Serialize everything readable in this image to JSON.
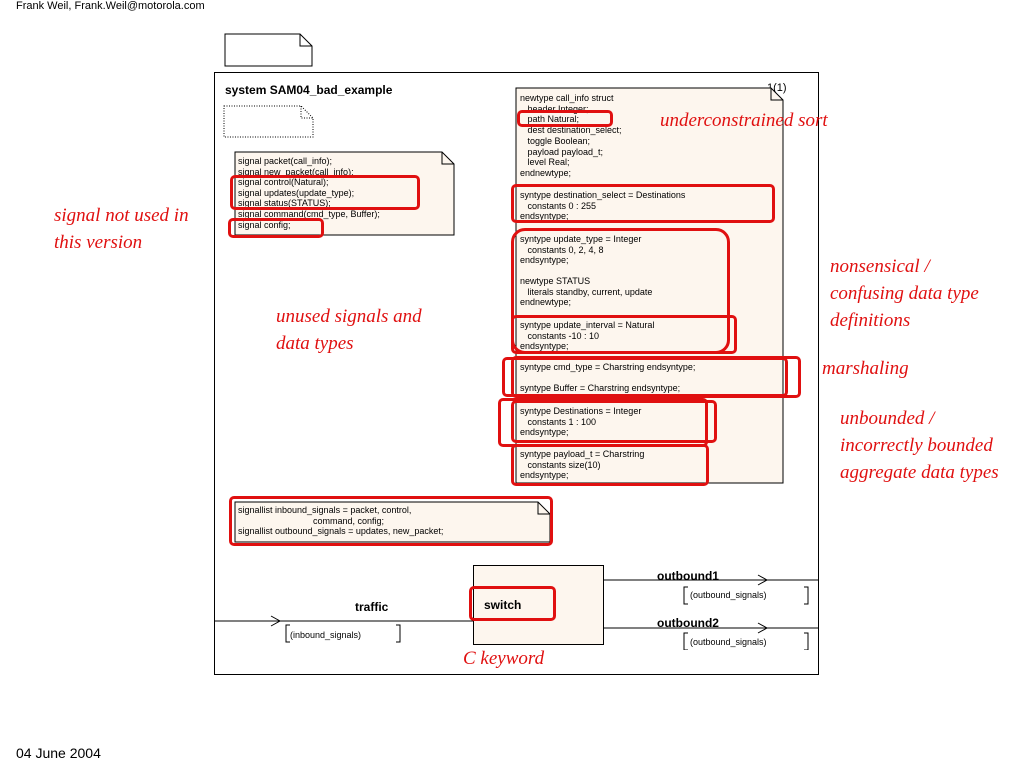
{
  "author": "Frank Weil, Frank.Weil@motorola.com",
  "date": "04 June 2004",
  "system_title": "system SAM04_bad_example",
  "page_number": "1(1)",
  "signal_block": "signal packet(call_info);\nsignal new_packet(call_info);\nsignal control(Natural);\nsignal updates(update_type);\nsignal status(STATUS);\nsignal command(cmd_type, Buffer);\nsignal config;",
  "type_block": {
    "call_info": "newtype call_info struct\n   header Integer;\n   path Natural;\n   dest destination_select;\n   toggle Boolean;\n   payload payload_t;\n   level Real;\nendnewtype;",
    "destination_select": "syntype destination_select = Destinations\n   constants 0 : 255\nendsyntype;",
    "update_type": "syntype update_type = Integer\n   constants 0, 2, 4, 8\nendsyntype;",
    "status": "newtype STATUS\n   literals standby, current, update\nendnewtype;",
    "update_interval": "syntype update_interval = Natural\n   constants -10 : 10\nendsyntype;",
    "cmd_buffer": "syntype cmd_type = Charstring endsyntype;\n\nsyntype Buffer = Charstring endsyntype;",
    "destinations": "syntype Destinations = Integer\n   constants 1 : 100\nendsyntype;",
    "payload_t": "syntype payload_t = Charstring\n   constants size(10)\nendsyntype;"
  },
  "signallist_block": "signallist inbound_signals = packet, control,\n                              command, config;\nsignallist outbound_signals = updates, new_packet;",
  "process_block": "switch",
  "channels": {
    "traffic": "traffic",
    "traffic_signals": "(inbound_signals)",
    "outbound1": "outbound1",
    "outbound1_signals": "(outbound_signals)",
    "outbound2": "outbound2",
    "outbound2_signals": "(outbound_signals)"
  },
  "annotations": {
    "underconstrained": "underconstrained sort",
    "signal_not_used": "signal not used in\nthis version",
    "unused": "unused signals and\ndata types",
    "nonsensical": "nonsensical /\nconfusing data type\ndefinitions",
    "marshaling": "marshaling",
    "unbounded": "unbounded /\nincorrectly bounded\naggregate data types",
    "c_keyword": "C keyword"
  },
  "colors": {
    "annotation_red": "#e01010",
    "note_fill": "#fdf6ee"
  }
}
